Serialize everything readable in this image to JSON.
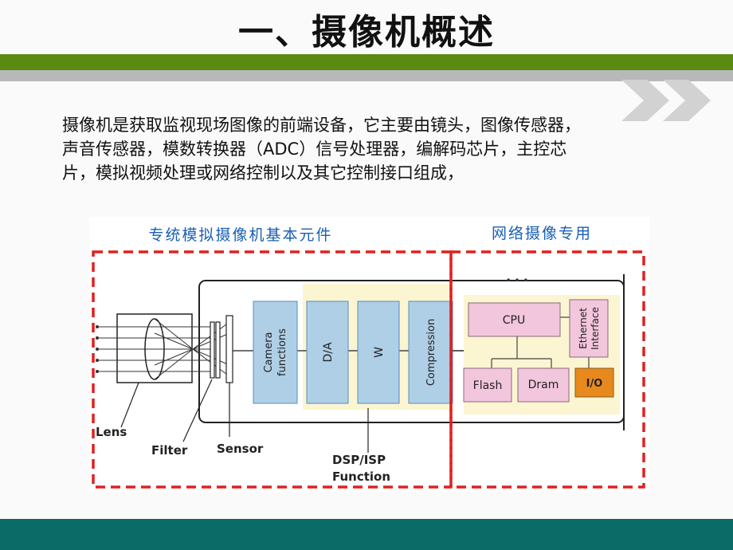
{
  "header": {
    "title": "一、摄像机概述"
  },
  "intro": {
    "lines": [
      "摄像机是获取监视现场图像的前端设备，它主要由镜头，图像传感器，",
      "声音传感器，模数转换器（ADC）信号处理器，编解码芯片，主控芯",
      "片，模拟视频处理或网络控制以及其它控制接口组成，"
    ]
  },
  "diagram": {
    "left_title": "专统模拟摄像机基本元件",
    "right_title": "网络摄像专用",
    "blocks": {
      "camera": [
        "Camera",
        "functions"
      ],
      "da": "D/A",
      "w": "W",
      "compression": "Compression",
      "cpu": "CPU",
      "flash": "Flash",
      "dram": "Dram",
      "io": "I/O",
      "ethernet": [
        "Ethernet",
        "Interface"
      ]
    },
    "labels": {
      "lens": "Lens",
      "filter": "Filter",
      "sensor": "Sensor",
      "dsp": [
        "DSP/ISP",
        "Function"
      ]
    },
    "colors": {
      "dash": "#e02020",
      "title_blue": "#1a5fb4",
      "block_blue": "#aecfe6",
      "block_pink": "#f2c6dc",
      "io_orange": "#e8891e",
      "dsp_yellow": "#fbf5d2"
    }
  }
}
